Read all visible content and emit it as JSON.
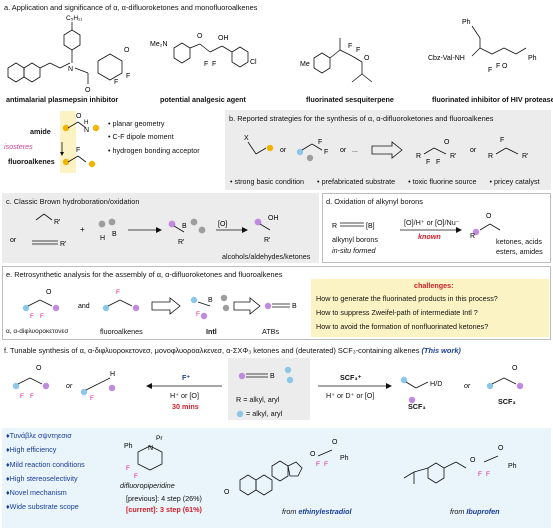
{
  "section_a": {
    "title": "a. Application and significance of α, α-difluoroketones and monofluoroalkenes",
    "compounds": [
      "antimalarial plasmepsin inhibitor",
      "potential analgesic agent",
      "fluorinated sesquiterpene",
      "fluorinated inhibitor of HIV protease"
    ],
    "amide_label": "amide",
    "isosteres_label": "isosteres",
    "fluoroalkenes_label": "fluoroalkenes",
    "bullets": [
      "planar geometry",
      "C-F dipole moment",
      "hydrogen bonding acceptor"
    ]
  },
  "section_b": {
    "title": "b. Reported strategies for the synthesis of α, α-difluoroketones and fluoroalkenes",
    "or1": "or",
    "or2": "or",
    "or3": "or",
    "notes": [
      "strong basic condition",
      "prefabricated substrate",
      "toxic fluorine source",
      "pricey catalyst"
    ]
  },
  "section_c": {
    "title": "c. Classic Brown hydroboration/oxidation",
    "or_label": "or",
    "plus": "+",
    "oxidant": "[O]",
    "products": "alcohols/aldehydes/ketones",
    "B_label": "B",
    "H_label": "H"
  },
  "section_d": {
    "title": "d. Oxidation of alkynyl borons",
    "reagent": "[O]/H⁺ or [O]/Nu⁻",
    "status": "known",
    "substrate1": "alkynyl borons",
    "substrate2": "in-situ formed",
    "products1": "ketones, acids",
    "products2": "esters, amides",
    "boron": "[B]"
  },
  "section_e": {
    "title": "e. Retrosynthetic analysis for the assembly of α, α-difluoroketones and fluoroalkenes",
    "and_label": "and",
    "label_left": "α, α-diφλυοροκετονεσ",
    "label_mid": "fluoroalkenes",
    "label_int": "Intl",
    "label_atb": "ATBs",
    "challenges_title": "challenges:",
    "challenges": [
      "How to generate the fluorinated products in this process?",
      "How to suppress Zweifel-path of intermediate Intl  ?",
      "How to avoid the formation of nonfluorinated  ketones?"
    ]
  },
  "section_f": {
    "title_main": "f. Tunable synthesis of α, α-διφλυοροκετονεσ, μονοφλυοροαλκενεσ, α-ΣΧΦ₃ ketones and (deuterated) SCF₃-containing alkenes",
    "title_tag": "(This work)",
    "or_left": "or",
    "or_right": "or",
    "f_plus": "F⁺",
    "f_cond": "H⁺ or [O]",
    "f_time": "30 mins",
    "scf3_reagent": "SCF₃⁺",
    "scf3_cond": "H⁺ or D⁺ or [O]",
    "r_def": "R = alkyl, aryl",
    "dot_def": "= alkyl, aryl",
    "hd": "H/D",
    "scf3": "SCF₃",
    "bullets": [
      "Τυνάβλε σψντηεσισ",
      "High efficiency",
      "Mild reaction conditions",
      "High stereoselectivity",
      "Novel mechanism",
      "Wide substrate scope"
    ],
    "piperidine_name": "difluoropiperidine",
    "previous": "[previous]:  4 step (26%)",
    "current_tag": "[current]:",
    "current_val": "3 step (61%)",
    "from1_pre": "from",
    "from1": "ethinylestradiol",
    "from2_pre": "from",
    "from2": "Ibuprofen"
  }
}
